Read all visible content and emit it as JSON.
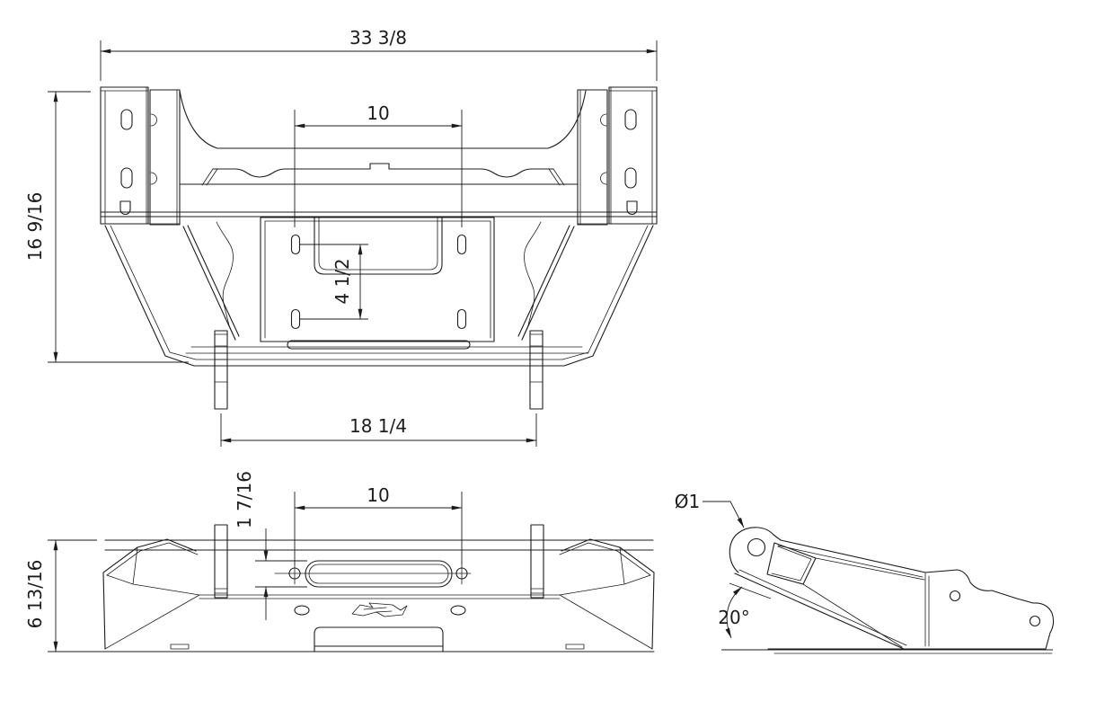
{
  "drawing": {
    "type": "technical-drawing",
    "colors": {
      "line": "#1c1c1c",
      "background": "#ffffff"
    },
    "views": {
      "front": {
        "dims": {
          "overall_width": "33 3/8",
          "winch_bolt_spacing": "10",
          "overall_height": "16 9/16",
          "winch_bolt_vertical": "4 1/2",
          "frame_mount_spacing": "18 1/4"
        }
      },
      "top": {
        "dims": {
          "fairlead_bolt_spacing": "10",
          "fairlead_slot_height": "1 7/16",
          "overall_depth": "6 13/16"
        }
      },
      "side": {
        "dims": {
          "shackle_hole_diameter": "Ø1",
          "approach_angle": "20°"
        }
      }
    }
  }
}
